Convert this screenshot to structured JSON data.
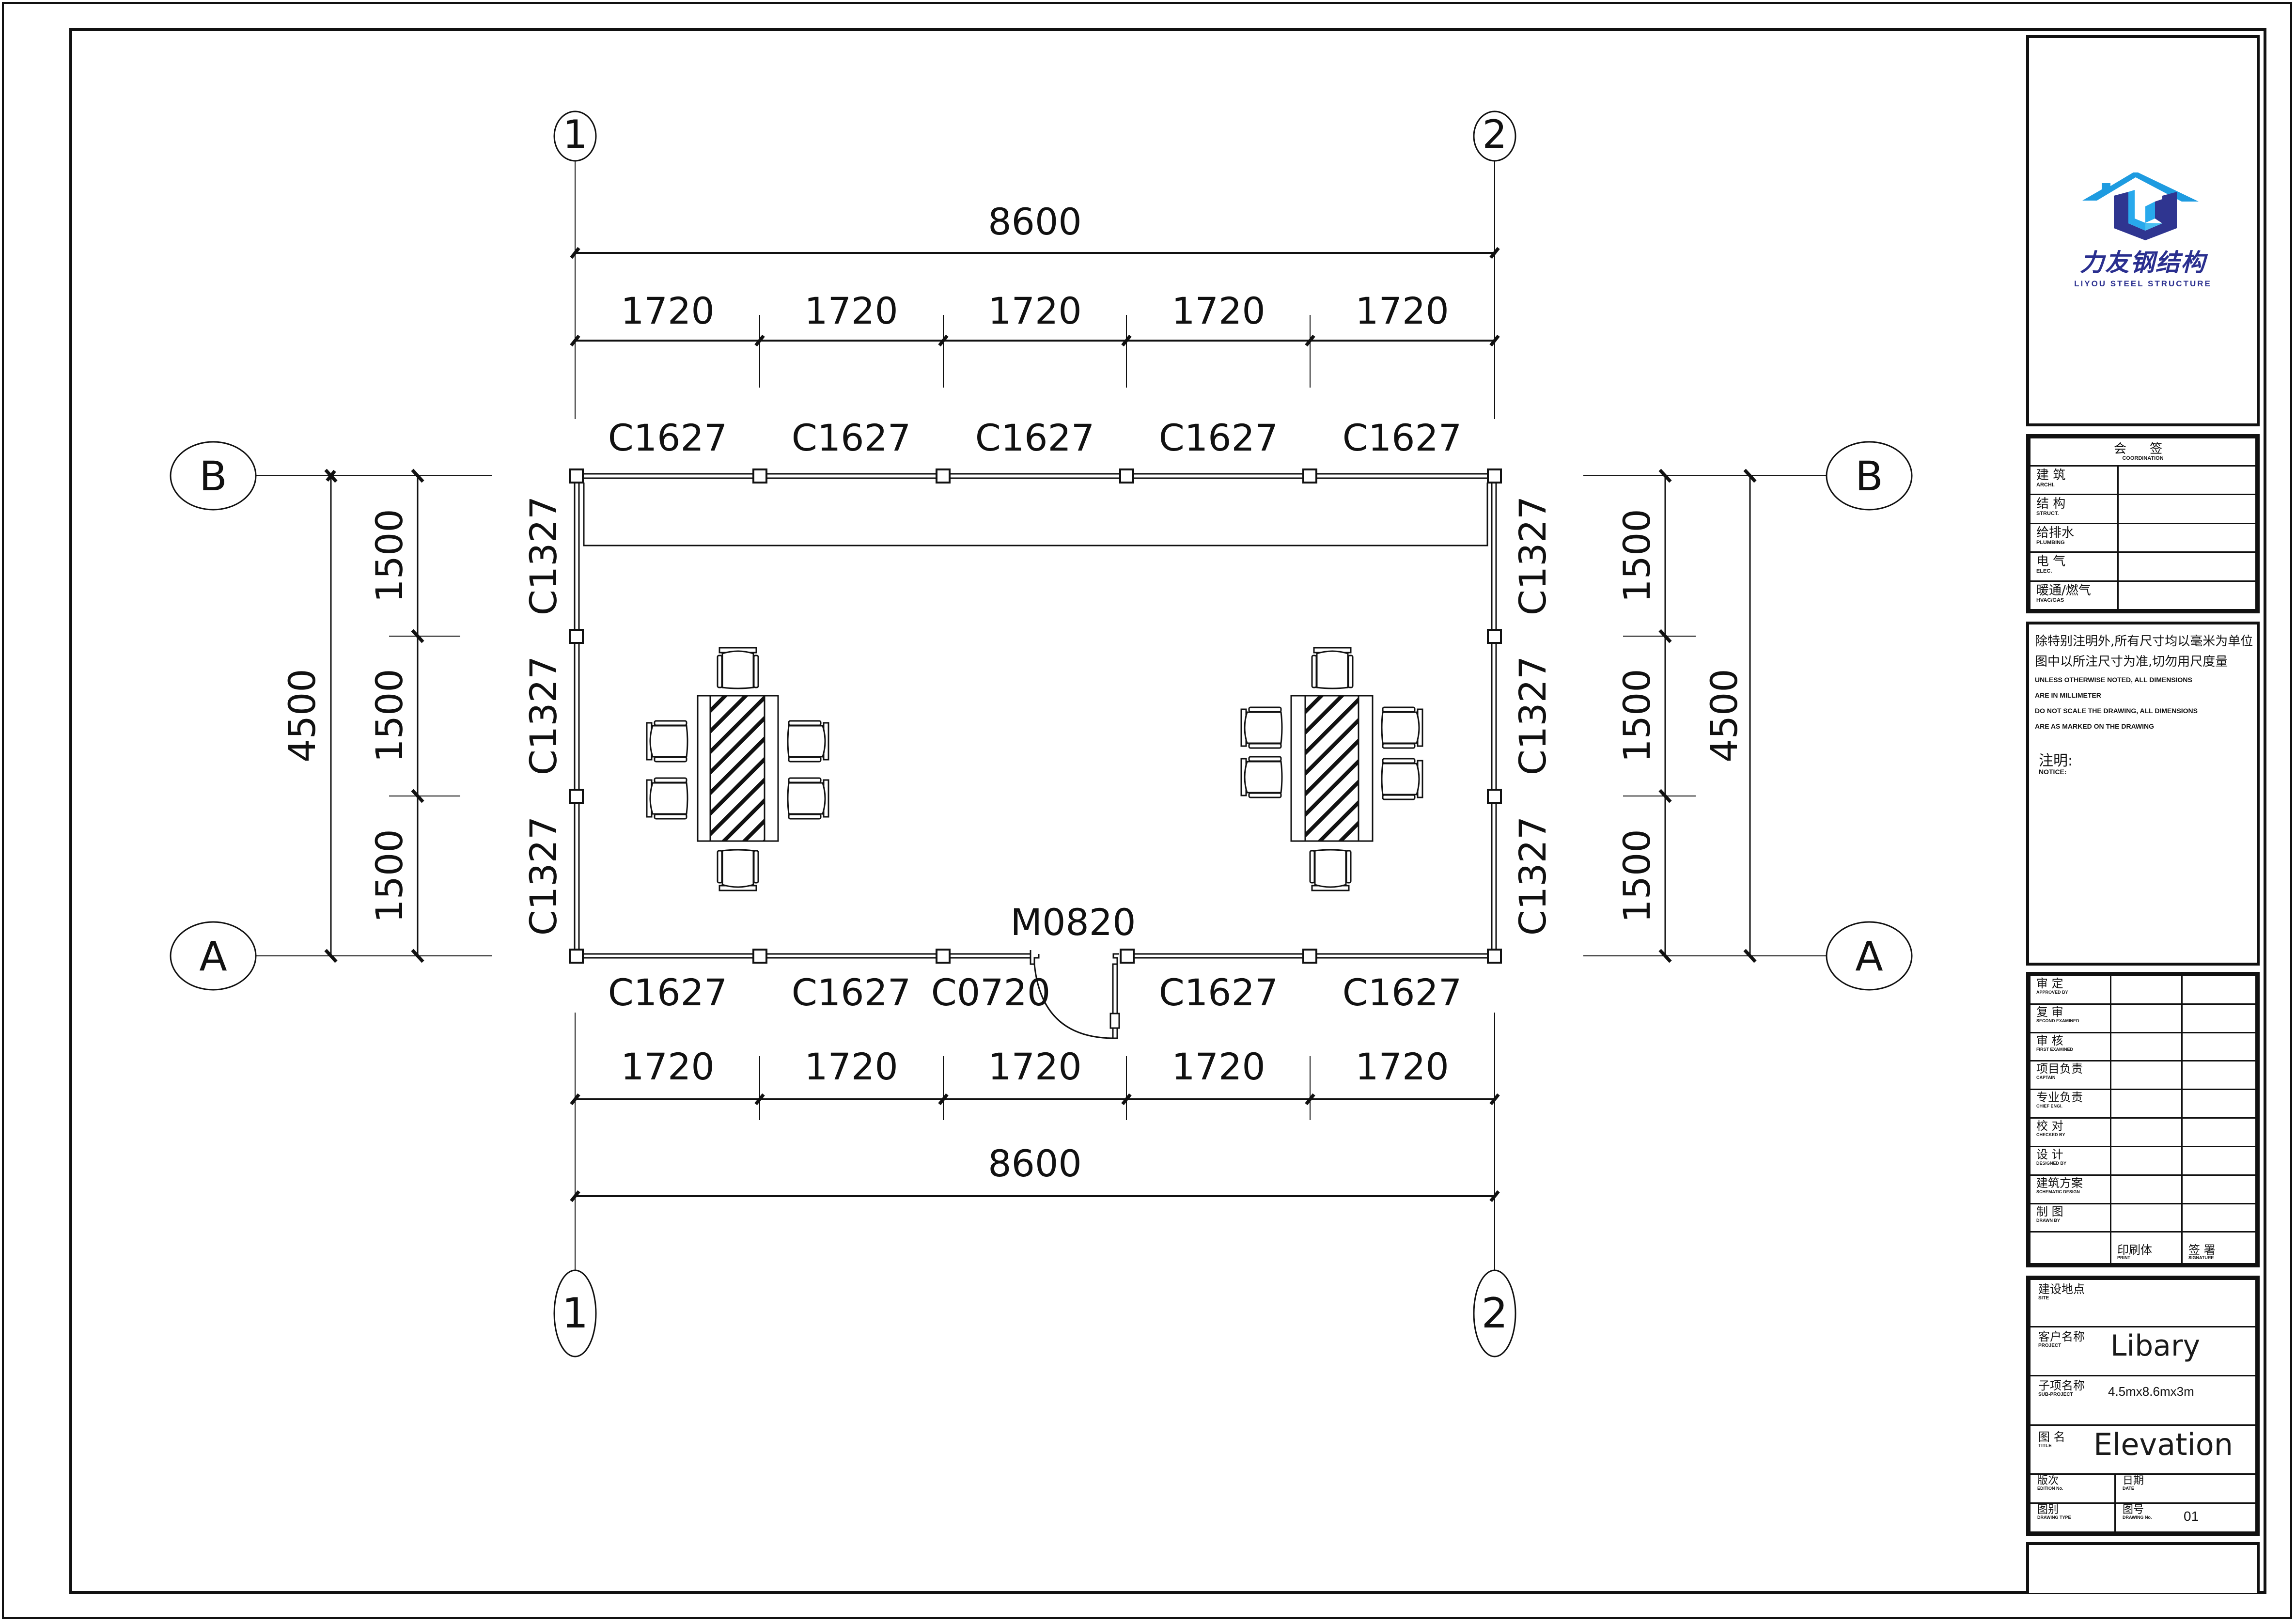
{
  "drawing": {
    "grid_axes": {
      "vertical": [
        {
          "label": "1"
        },
        {
          "label": "2"
        }
      ],
      "horizontal": [
        {
          "label": "B"
        },
        {
          "label": "A"
        }
      ]
    },
    "dimensions": {
      "top_overall": "8600",
      "top_segments": [
        "1720",
        "1720",
        "1720",
        "1720",
        "1720"
      ],
      "bottom_overall": "8600",
      "bottom_segments": [
        "1720",
        "1720",
        "1720",
        "1720",
        "1720"
      ],
      "left_overall": "4500",
      "left_segments": [
        "1500",
        "1500",
        "1500"
      ],
      "right_overall": "4500",
      "right_segments": [
        "1500",
        "1500",
        "1500"
      ]
    },
    "window_tags": {
      "top": [
        "C1627",
        "C1627",
        "C1627",
        "C1627",
        "C1627"
      ],
      "bottom": [
        "C1627",
        "C1627",
        "C0720",
        "C1627",
        "C1627"
      ],
      "left": [
        "C1327",
        "C1327",
        "C1327"
      ],
      "right": [
        "C1327",
        "C1327",
        "C1327"
      ]
    },
    "door_tag": "M0820",
    "furniture": [
      {
        "type": "dining-table",
        "chairs": 6
      },
      {
        "type": "dining-table",
        "chairs": 6
      }
    ]
  },
  "title_block": {
    "logo": {
      "name_cn": "力友钢结构",
      "name_en": "LIYOU STEEL STRUCTURE",
      "colors": {
        "roof": "#1e9be0",
        "mark_dark": "#2f3590",
        "mark_light": "#28a9ec"
      }
    },
    "coordination": {
      "title_cn": "会 签",
      "title_en": "COORDINATION",
      "rows": [
        {
          "cn": "建 筑",
          "en": "ARCHI.",
          "value": ""
        },
        {
          "cn": "结 构",
          "en": "STRUCT.",
          "value": ""
        },
        {
          "cn": "给排水",
          "en": "PLUMBING",
          "value": ""
        },
        {
          "cn": "电 气",
          "en": "ELEC.",
          "value": ""
        },
        {
          "cn": "暖通/燃气",
          "en": "HVAC/GAS",
          "value": ""
        }
      ]
    },
    "notes": {
      "cn_line1": "除特别注明外,所有尺寸均以毫米为单位",
      "cn_line2": "图中以所注尺寸为准,切勿用尺度量",
      "en_line1": "UNLESS OTHERWISE NOTED, ALL DIMENSIONS",
      "en_line2": "ARE IN MILLIMETER",
      "en_line3": "DO NOT SCALE THE DRAWING, ALL DIMENSIONS",
      "en_line4": "ARE AS MARKED ON THE DRAWING",
      "notice_cn": "注明:",
      "notice_en": "NOTICE:"
    },
    "approvals": {
      "rows": [
        {
          "cn": "审 定",
          "en": "APPROVED BY"
        },
        {
          "cn": "复 审",
          "en": "SECOND EXAMINED"
        },
        {
          "cn": "审 核",
          "en": "FIRST EXAMINED"
        },
        {
          "cn": "项目负责",
          "en": "CAPTAIN"
        },
        {
          "cn": "专业负责",
          "en": "CHIEF ENGI."
        },
        {
          "cn": "校 对",
          "en": "CHECKED BY"
        },
        {
          "cn": "设 计",
          "en": "DESIGNED BY"
        },
        {
          "cn": "建筑方案",
          "en": "SCHEMATIC DESIGN"
        },
        {
          "cn": "制 图",
          "en": "DRAWN BY"
        }
      ],
      "footer": {
        "print_cn": "印刷体",
        "print_en": "PRINT",
        "signature_cn": "签 署",
        "signature_en": "SIGNATURE"
      }
    },
    "project": {
      "site_cn": "建设地点",
      "site_en": "SITE",
      "site_value": "",
      "project_cn": "客户名称",
      "project_en": "PROJECT",
      "project_value": "Libary",
      "subproject_cn": "子项名称",
      "subproject_en": "SUB-PROJECT",
      "subproject_value": "4.5mx8.6mx3m",
      "title_cn": "图 名",
      "title_en": "TITLE",
      "title_value": "Elevation",
      "edition_cn": "版次",
      "edition_en": "EDITION No.",
      "edition_value": "",
      "date_cn": "日期",
      "date_en": "DATE",
      "date_value": "",
      "type_cn": "图别",
      "type_en": "DRAWING TYPE",
      "type_value": "",
      "number_cn": "图号",
      "number_en": "DRAWING No.",
      "number_value": "01"
    }
  }
}
